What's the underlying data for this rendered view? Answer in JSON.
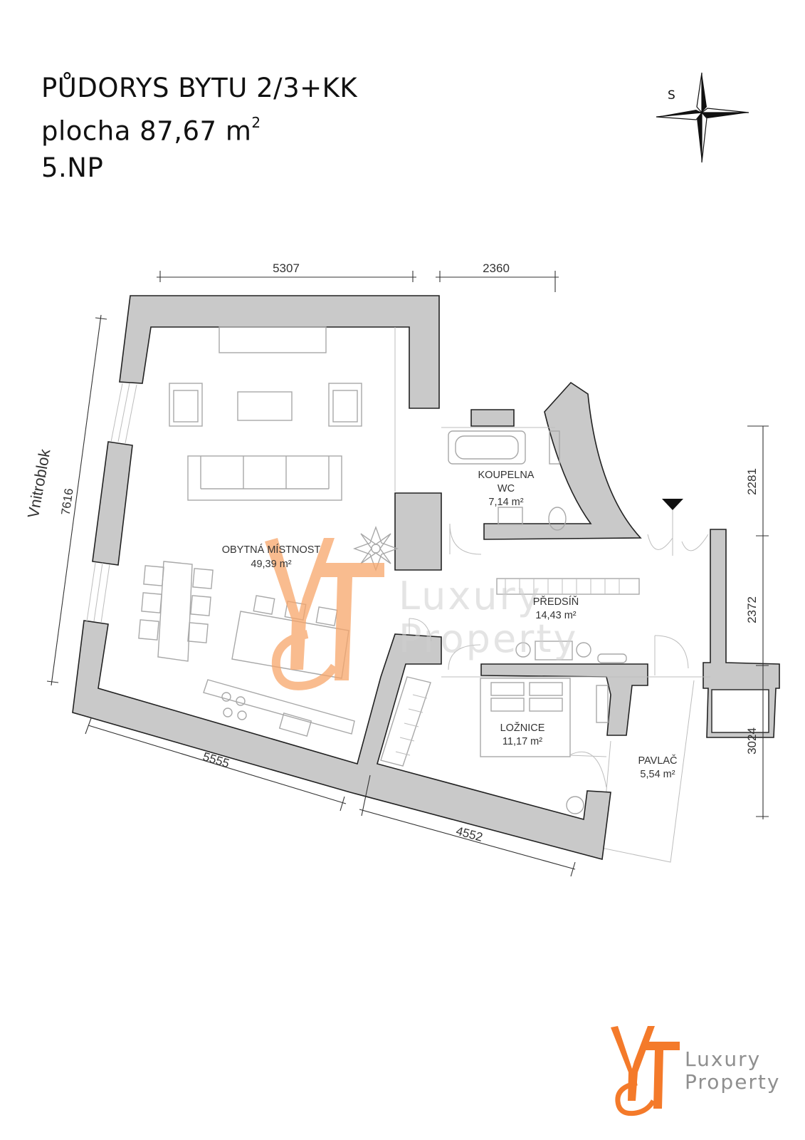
{
  "title": {
    "line1": "PŮDORYS BYTU 2/3+KK",
    "line2_prefix": "plocha 87,67 m",
    "line2_sup": "2",
    "line3": "5.NP"
  },
  "compass": {
    "label": "S"
  },
  "side_label": "Vnitroblok",
  "dimensions": {
    "top_left": "5307",
    "top_right": "2360",
    "left": "7616",
    "bottom_left": "5555",
    "bottom_right": "4552",
    "right_1": "2281",
    "right_2": "2372",
    "right_3": "3024"
  },
  "rooms": {
    "living": {
      "name": "OBYTNÁ MÍSTNOST",
      "area": "49,39 m²"
    },
    "bath": {
      "name1": "KOUPELNA",
      "name2": "WC",
      "area": "7,14 m²"
    },
    "hall": {
      "name": "PŘEDSÍŇ",
      "area": "14,43 m²"
    },
    "bedroom": {
      "name": "LOŽNICE",
      "area": "11,17 m²"
    },
    "gallery": {
      "name": "PAVLAČ",
      "area": "5,54 m²"
    }
  },
  "watermark": {
    "line1": "Luxury",
    "line2": "Property"
  },
  "logo": {
    "line1": "Luxury",
    "line2": "Property"
  },
  "colors": {
    "brand_orange": "#f47a2a",
    "wall_fill": "#c9c9c9"
  }
}
